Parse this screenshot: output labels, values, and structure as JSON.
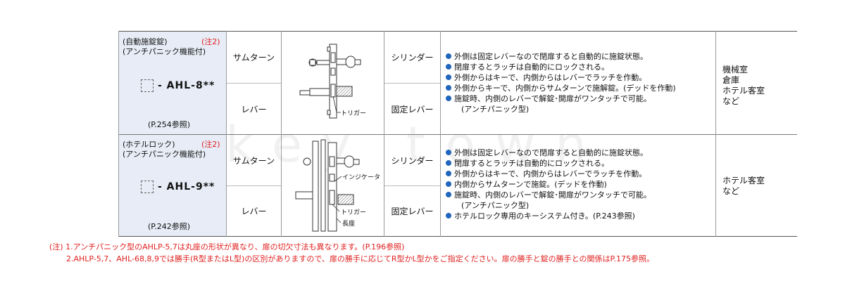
{
  "rows": [
    {
      "type_line1": "(自動施錠錠)",
      "type_note": "(注2)",
      "type_line2": "(アンチパニック機能付)",
      "model": "- AHL-8**",
      "page_ref": "(P.254参照)",
      "inside_top": "サムターン",
      "inside_bottom": "レバー",
      "outside_top": "シリンダー",
      "outside_bottom": "固定レバー",
      "diagram_labels": [
        "トリガー"
      ],
      "features": [
        "外側は固定レバーなので閉扉すると自動的に施錠状態。",
        "閉扉するとラッチは自動的にロックされる。",
        "外側からはキーで、内側からはレバーでラッチを作動。",
        "外側からキーで、内側からサムターンで施解錠。(デッドを作動)",
        "施錠時、内側のレバーで解錠･開扉がワンタッチで可能。"
      ],
      "feature_cont": "(アンチパニック型)",
      "places": [
        "機械室",
        "倉庫",
        "ホテル客室",
        "など"
      ]
    },
    {
      "type_line1": "(ホテルロック)",
      "type_note": "(注2)",
      "type_line2": "(アンチパニック機能付)",
      "model": "- AHL-9**",
      "page_ref": "(P.242参照)",
      "inside_top": "サムターン",
      "inside_bottom": "レバー",
      "outside_top": "シリンダー",
      "outside_bottom": "固定レバー",
      "diagram_labels": [
        "インジケータ",
        "トリガー",
        "長座"
      ],
      "features": [
        "外側は固定レバーなので閉扉すると自動的に施錠状態。",
        "閉扉するとラッチは自動的にロックされる。",
        "外側からはキーで、内側からはレバーでラッチを作動。",
        "内側からサムターンで施錠。(デッドを作動)",
        "施錠時、内側のレバーで解錠･開扉がワンタッチで可能。"
      ],
      "feature_cont": "(アンチパニック型)",
      "feature_last": "ホテルロック専用のキーシステム付き。(P.243参照)",
      "places": [
        "ホテル客室",
        "など"
      ]
    }
  ],
  "notes": [
    "(注) 1.アンチパニック型のAHLP-5,7は丸座の形状が異なり、扉の切欠寸法も異なります。(P.196参照)",
    "2.AHLP-5,7、AHL-68,8,9では勝手(R型またはL型)の区別がありますので、扉の勝手に応じてR型かL型かをご指定ください。扉の勝手と錠の勝手との関係はP.175参照。"
  ],
  "watermark": "key town",
  "colors": {
    "model_cell_bg": "#e7ecf6",
    "note_red": "#e02020",
    "bullet_blue": "#2266bb"
  }
}
